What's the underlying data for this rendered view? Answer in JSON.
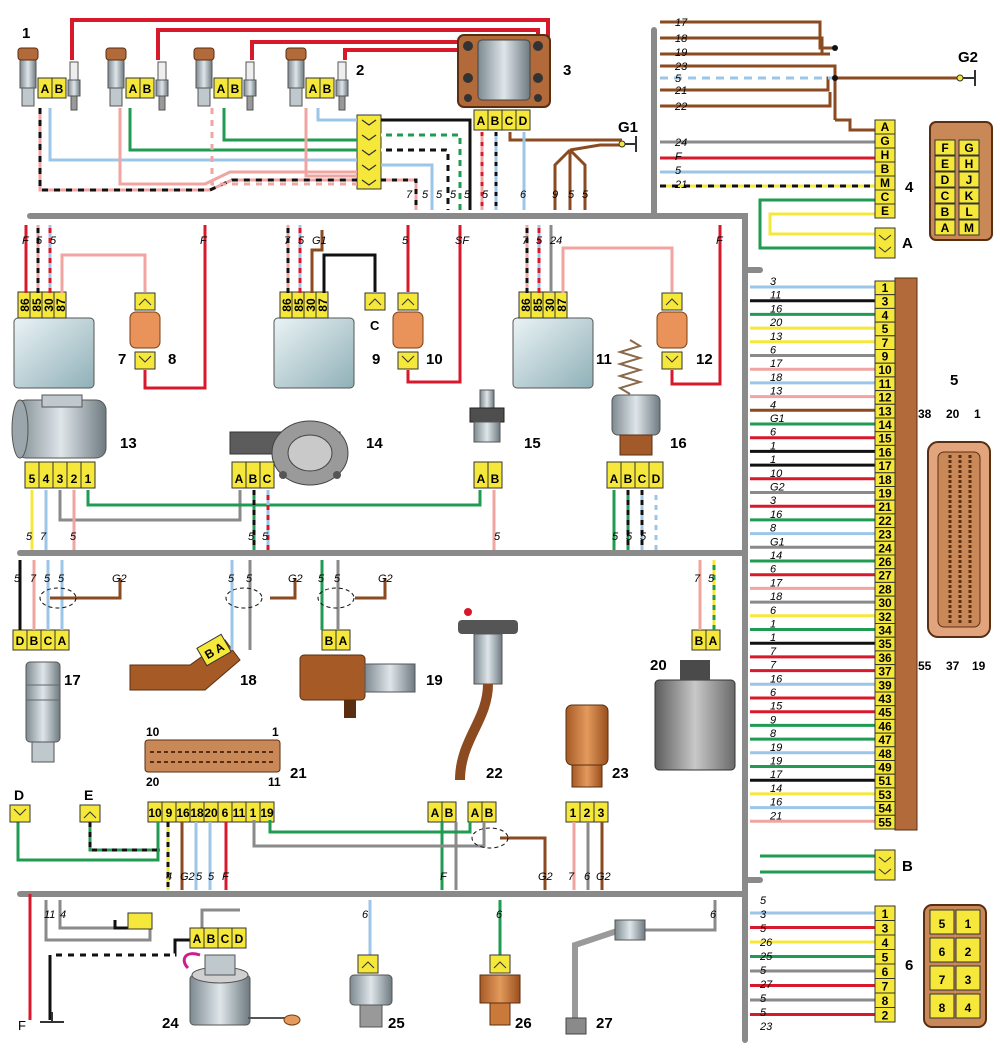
{
  "component_numbers": {
    "n1": "1",
    "n2": "2",
    "n3": "3",
    "n4": "4",
    "n5": "5",
    "n6": "6",
    "n7": "7",
    "n8": "8",
    "n9": "9",
    "n10": "10",
    "n11": "11",
    "n12": "12",
    "n13": "13",
    "n14": "14",
    "n15": "15",
    "n16": "16",
    "n17": "17",
    "n18": "18",
    "n19": "19",
    "n20": "20",
    "n21": "21",
    "n22": "22",
    "n23": "23",
    "n24": "24",
    "n25": "25",
    "n26": "26",
    "n27": "27"
  },
  "grounds": {
    "g1": "G1",
    "g2": "G2",
    "f": "F"
  },
  "connector_letters": {
    "a": "A",
    "b": "B",
    "c": "C",
    "d": "D",
    "e": "E"
  },
  "ecu_pin_numbers": {
    "left": "38",
    "mid": "20",
    "right": "1",
    "bl": "55",
    "bm": "37",
    "br": "19"
  },
  "conn21_numbers": {
    "tl": "10",
    "tr": "1",
    "bl": "20",
    "br": "11"
  },
  "connector5_pins": [
    "1",
    "3",
    "4",
    "5",
    "7",
    "9",
    "10",
    "11",
    "12",
    "13",
    "14",
    "15",
    "16",
    "17",
    "18",
    "19",
    "21",
    "22",
    "23",
    "24",
    "26",
    "27",
    "28",
    "30",
    "32",
    "34",
    "35",
    "36",
    "37",
    "39",
    "43",
    "45",
    "46",
    "47",
    "48",
    "49",
    "51",
    "53",
    "54",
    "55"
  ],
  "connector5_wires": [
    "3",
    "11",
    "16",
    "20",
    "13",
    "6",
    "17",
    "18",
    "13",
    "4",
    "G1",
    "6",
    "1",
    "1",
    "10",
    "G2",
    "3",
    "16",
    "8",
    "G1",
    "14",
    "6",
    "17",
    "18",
    "6",
    "1",
    "1",
    "7",
    "7",
    "16",
    "6",
    "15",
    "9",
    "8",
    "19",
    "19",
    "17",
    "14",
    "16",
    "21"
  ],
  "connector4_pins": [
    "A",
    "G",
    "H",
    "B",
    "M",
    "C",
    "E"
  ],
  "connector4_wires": [
    "24",
    "F",
    "5",
    "21"
  ],
  "connector4_plug": [
    [
      "F",
      "G"
    ],
    [
      "E",
      "H"
    ],
    [
      "D",
      "J"
    ],
    [
      "C",
      "K"
    ],
    [
      "B",
      "L"
    ],
    [
      "A",
      "M"
    ]
  ],
  "connector6_pins": [
    "1",
    "3",
    "4",
    "5",
    "6",
    "7",
    "8",
    "2"
  ],
  "connector6_wires": [
    "5",
    "3",
    "5",
    "26",
    "25",
    "5",
    "27",
    "5",
    "5",
    "23"
  ],
  "connector6_plug": [
    [
      "5",
      "1"
    ],
    [
      "6",
      "2"
    ],
    [
      "7",
      "3"
    ],
    [
      "8",
      "4"
    ]
  ],
  "g2_bus_wires": [
    "17",
    "18",
    "19",
    "23",
    "5",
    "21",
    "22"
  ],
  "top_bus_wires": [
    "7",
    "5",
    "5",
    "5",
    "5",
    "5",
    "6",
    "9",
    "5",
    "5"
  ],
  "relay_pins": [
    "86",
    "85",
    "30",
    "87"
  ],
  "relay7_wires": [
    "F",
    "5",
    "5"
  ],
  "relay9_wires": [
    "7",
    "5",
    "G1"
  ],
  "relay11_wires": [
    "7",
    "5",
    "24"
  ],
  "fuse_wires": {
    "w8": "F",
    "w10": "5",
    "w_sf": "SF",
    "w12": "F"
  },
  "sensor13_pins": [
    "5",
    "4",
    "3",
    "2",
    "1"
  ],
  "sensor14_pins": [
    "A",
    "B",
    "C"
  ],
  "sensor15_pins": [
    "A",
    "B"
  ],
  "sensor16_pins": [
    "A",
    "B",
    "C",
    "D"
  ],
  "mid_bus_wires": [
    "5",
    "7",
    "5",
    "5",
    "5",
    "5",
    "5",
    "5",
    "5"
  ],
  "sensor17_pins": [
    "D",
    "B",
    "C",
    "A"
  ],
  "sensor17_wires": [
    "5",
    "7",
    "5",
    "5",
    "G2"
  ],
  "sensor18_wires": [
    "5",
    "5",
    "G2"
  ],
  "sensor19_wires": [
    "5",
    "5",
    "G2"
  ],
  "sensor20_wires": [
    "7",
    "5"
  ],
  "conn21_pins": [
    "10",
    "9",
    "16",
    "18",
    "20",
    "6",
    "11",
    "1",
    "19"
  ],
  "conn21_wires": [
    "4",
    "G2",
    "5",
    "5",
    "F"
  ],
  "sensor22_wires": [
    "F",
    "G2"
  ],
  "sensor23_pins": [
    "1",
    "2",
    "3"
  ],
  "sensor23_wires": [
    "7",
    "6",
    "G2"
  ],
  "bottom_wires": [
    "11",
    "4",
    "6",
    "6",
    "6"
  ],
  "pump24_pins": [
    "A",
    "B",
    "C",
    "D"
  ],
  "coil3_pins": [
    "A",
    "B",
    "C",
    "D"
  ],
  "injector_pins": [
    "A",
    "B"
  ],
  "colors": {
    "pin_yellow": "#f5e83a",
    "bus_gray": "#8a8a8a",
    "red": "#d8192c",
    "brown": "#8b4a1f",
    "green": "#1f9b52",
    "pink": "#f0a5a0",
    "lightblue": "#9cc6e8"
  }
}
